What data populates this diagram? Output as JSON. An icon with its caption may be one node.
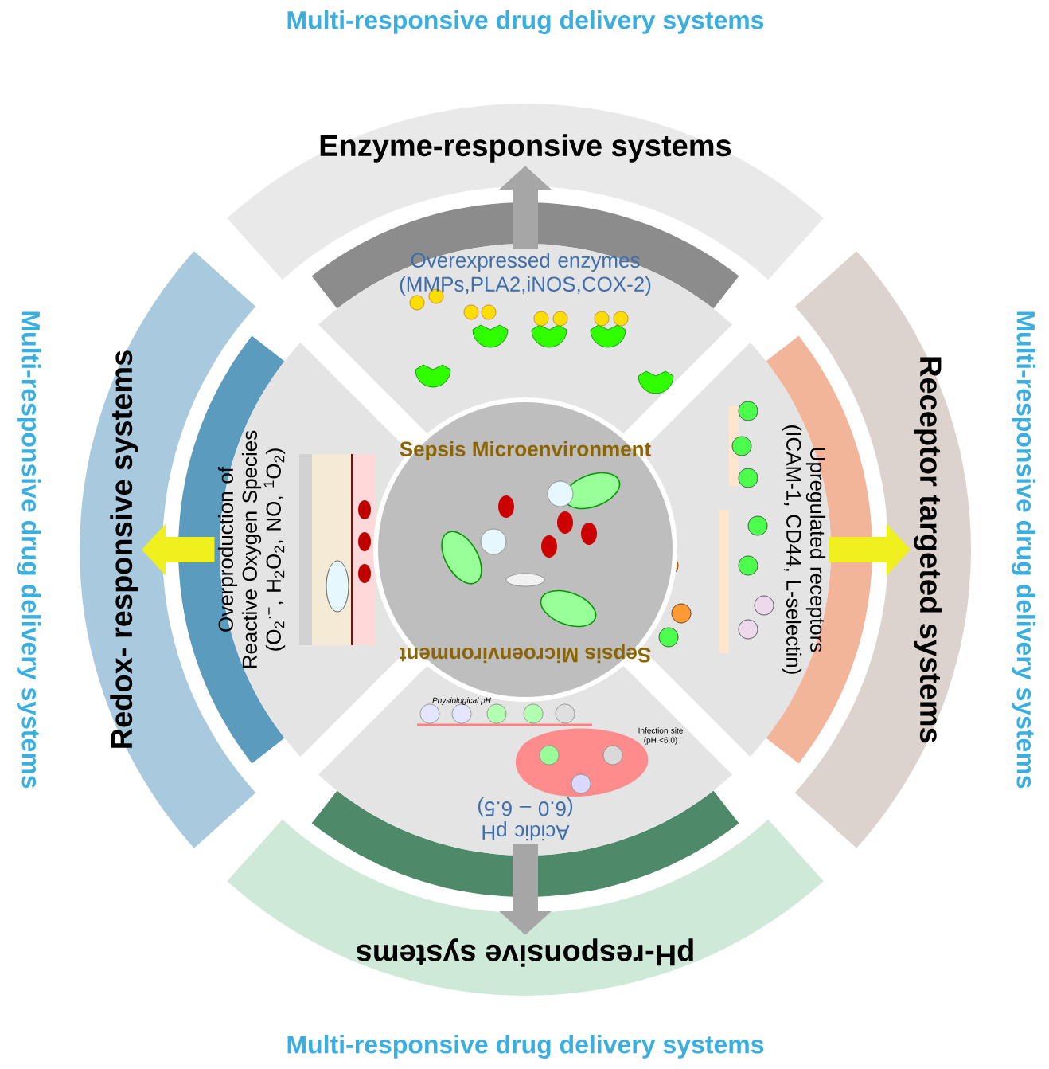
{
  "diagram": {
    "nodes": [
      {
        "text": [
          "Enzyme-responsive systems"
        ]
      },
      {
        "text": [
          "Redox- responsive systems"
        ]
      },
      {
        "text": [
          "Receptor targeted systems"
        ]
      },
      {
        "text": [
          "pH-responsive systems"
        ]
      },
      {
        "text": [
          "Overexpressed enzymes (MMPs,PLA2,iNOS,COX-2)"
        ]
      },
      {
        "text": [
          "Overproduction of Reactive Oxygen Species (O$_{2}$$^{·−}$, H$_{2}$O$_{2}$, NO, $^{1}$O$_{2}$)"
        ]
      },
      {
        "text": [
          "Upregulated receptors (ICAM-1, CD44, L-selectin)"
        ]
      },
      {
        "text": [
          "Acidic pH (6.0 – 6.5)"
        ]
      },
      {
        "text": [
          "Sepsis Microenvironment",
          "Sepsis Microenvironment"
        ]
      }
    ],
    "edges": [
      {
        "from": 4,
        "to": 0,
        "arrow": "to",
        "color": "#a6a6a6"
      },
      {
        "from": 5,
        "to": 1,
        "arrow": "to",
        "color": "#f0f01e"
      },
      {
        "from": 6,
        "to": 2,
        "arrow": "to",
        "color": "#f0f01e"
      },
      {
        "from": 7,
        "to": 3,
        "arrow": "to",
        "color": "#a6a6a6"
      }
    ],
    "labels": [
      "Multi-responsive drug delivery systems",
      "Multi-responsive drug delivery systems",
      "Multi-responsive drug delivery systems",
      "Multi-responsive drug delivery systems",
      "Physiological pH",
      "Infection site (pH <6.0)"
    ]
  }
}
